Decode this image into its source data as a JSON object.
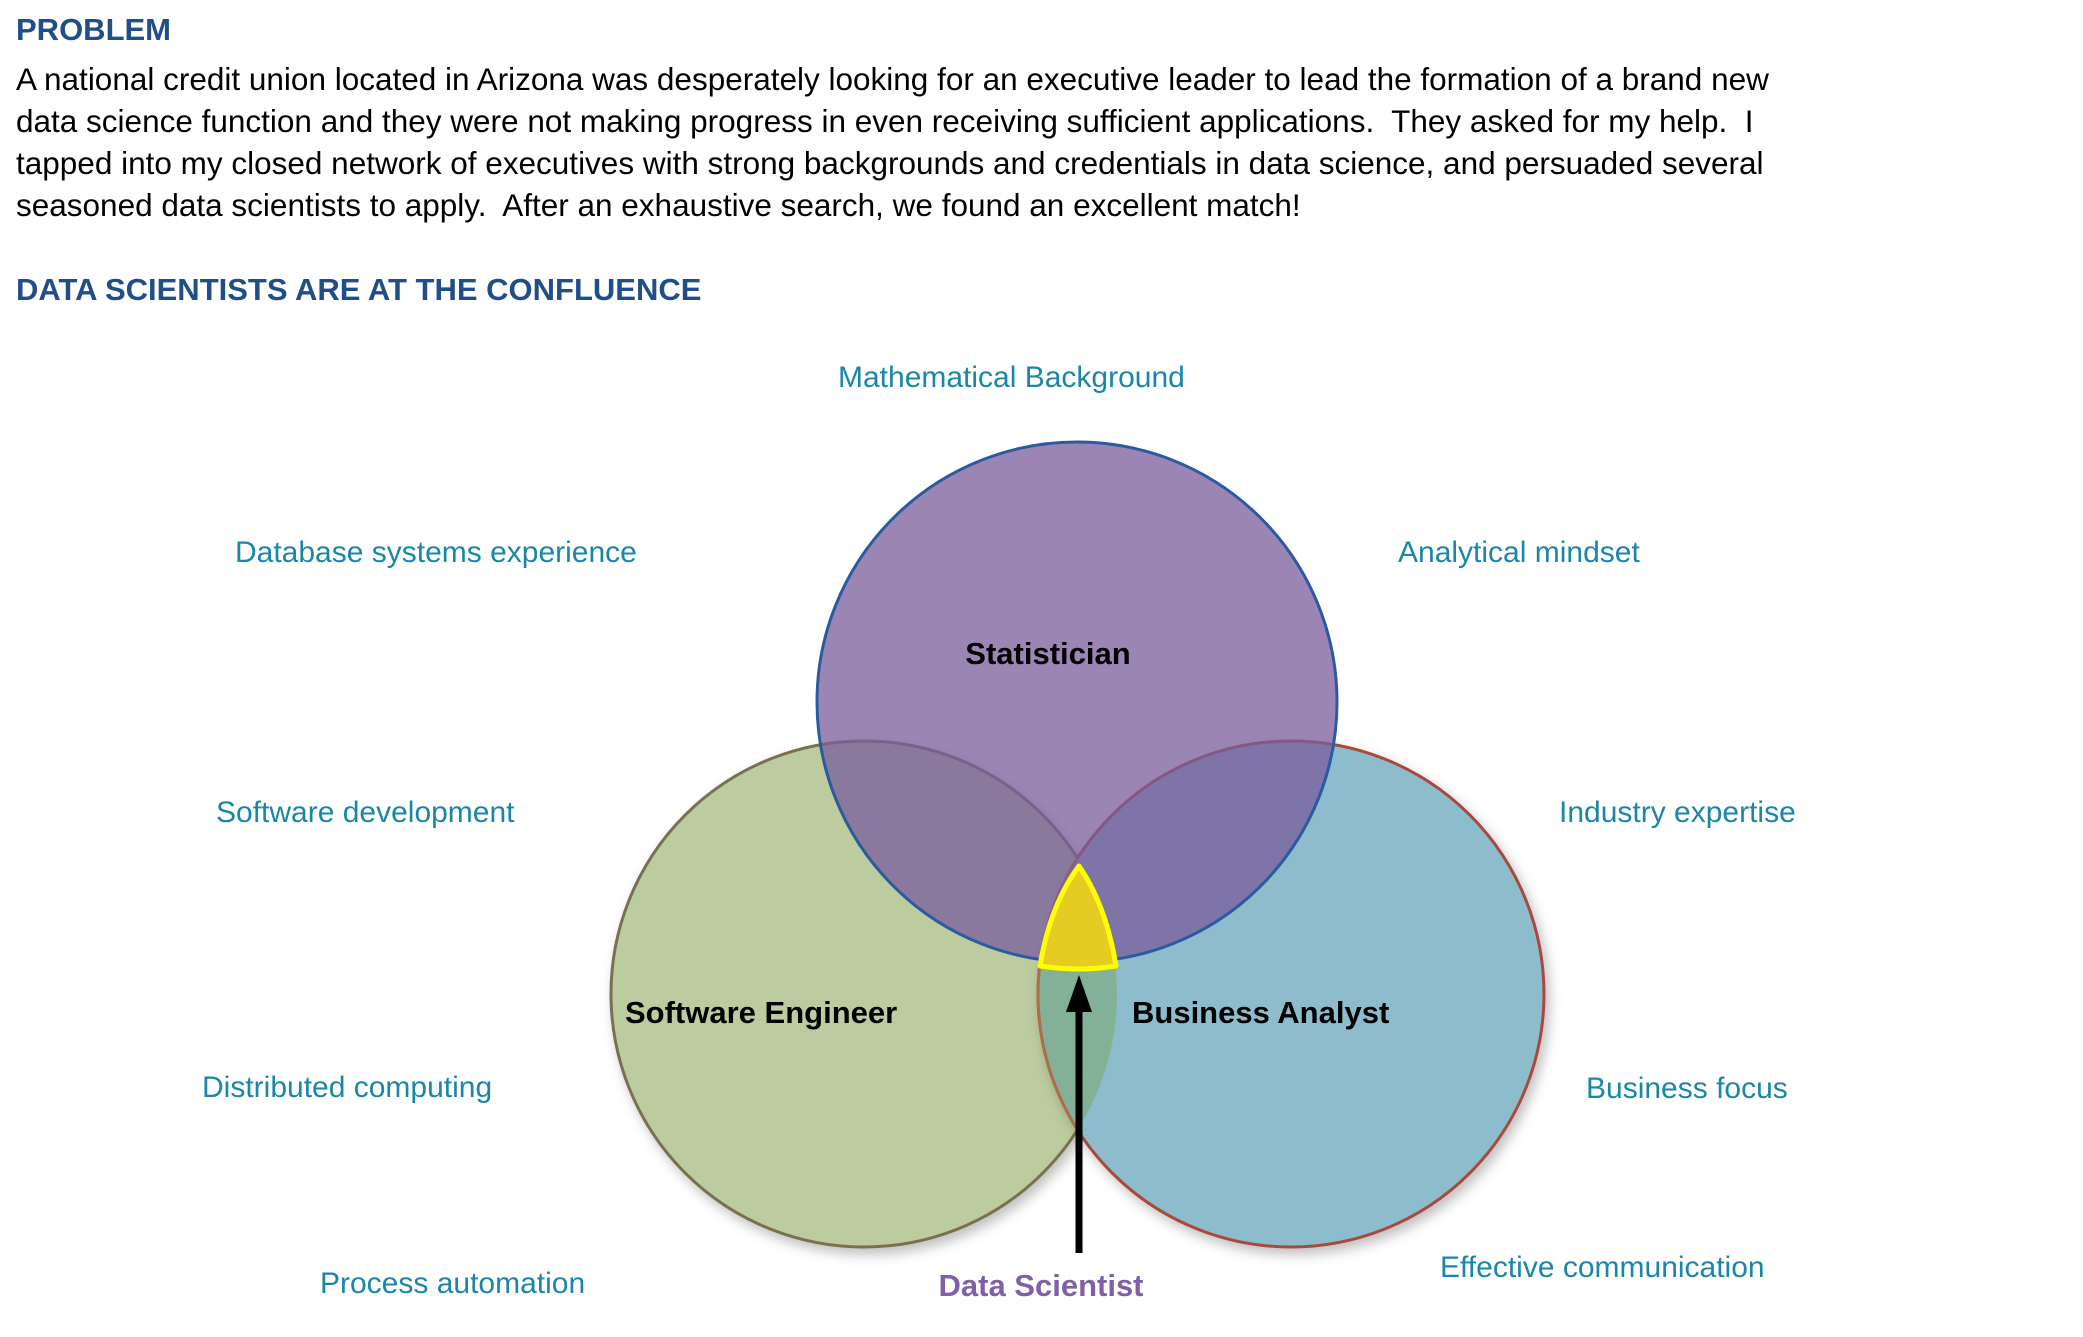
{
  "problem": {
    "heading": "PROBLEM",
    "lines": [
      "A national credit union located in Arizona was desperately looking for an executive leader to lead the formation of a brand new",
      "data science function and they were not making progress in even receiving sufficient applications.  They asked for my help.  I",
      "tapped into my closed network of executives with strong backgrounds and credentials in data science, and persuaded several",
      "seasoned data scientists to apply.  After an exhaustive search, we found an excellent match!"
    ]
  },
  "diagram": {
    "heading": "DATA SCIENTISTS ARE AT THE CONFLUENCE",
    "roles": {
      "top": "Statistician",
      "left": "Software Engineer",
      "right": "Business Analyst",
      "center": "Data Scientist"
    },
    "skills": {
      "math": "Mathematical Background",
      "database": "Database systems experience",
      "analytical": "Analytical mindset",
      "software_dev": "Software development",
      "industry": "Industry expertise",
      "distributed": "Distributed computing",
      "business_focus": "Business focus",
      "process": "Process automation",
      "communication": "Effective communication"
    },
    "colors": {
      "heading": "#1f4e89",
      "skill_text": "#1a86a8",
      "statistician_fill": "#8f76a8",
      "engineer_fill": "#bccc9f",
      "analyst_fill": "#8dbccc",
      "data_scientist_fill": "#e6cc22",
      "data_scientist_text": "#7f5fa8"
    }
  }
}
